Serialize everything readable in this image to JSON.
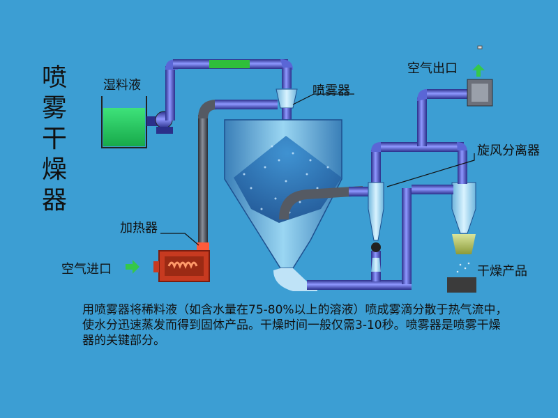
{
  "title": "喷雾干燥器",
  "labels": {
    "wet_liquid": "湿料液",
    "atomizer": "喷雾器",
    "air_outlet": "空气出口",
    "cyclone": "旋风分离器",
    "heater": "加热器",
    "air_inlet": "空气进口",
    "dry_product": "干燥产品"
  },
  "description": "用喷雾器将稀料液（如含水量在75-80%以上的溶液）喷成雾滴分散于热气流中，使水分迅速蒸发而得到固体产品。干燥时间一般仅需3-10秒。喷雾器是喷雾干燥器的关键部分。",
  "colors": {
    "background": "#3c9ed3",
    "pipe": "#5a66d6",
    "pipe_dark": "#2b2f8a",
    "hot_pipe": "#555a63",
    "liquid": "#22c05a",
    "heater_body": "#c73a20",
    "arrow": "#35c84a"
  }
}
